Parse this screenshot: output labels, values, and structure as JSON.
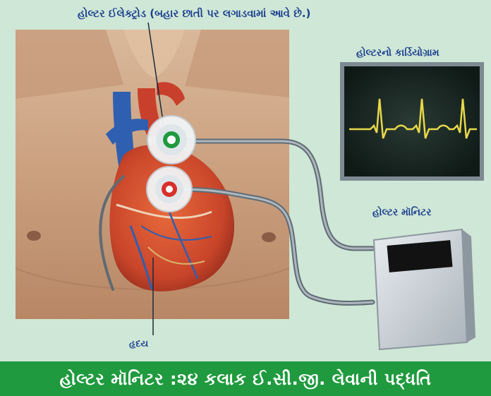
{
  "labels": {
    "electrode": "હોલ્ટર ઈલેક્ટ્રોડ (બહાર છાતી પર લગાડવામાં આવે છે.)",
    "cardiogram": "હોલ્ટરનો કાર્ડિયોગ્રામ",
    "monitor": "હોલ્ટર મૉનિટર",
    "heart": "હૃદય"
  },
  "footer": {
    "caption": "હોલ્ટર મૉનિટર :૨૪ કલાક ઈ.સી.જી. લેવાની પદ્ધતિ"
  },
  "colors": {
    "background": "#cfe7d6",
    "label_text": "#1b3f8f",
    "footer_bg": "#1f9a3e",
    "ecg_trace": "#e8d84a",
    "screen_bg": "#0f1a17"
  }
}
